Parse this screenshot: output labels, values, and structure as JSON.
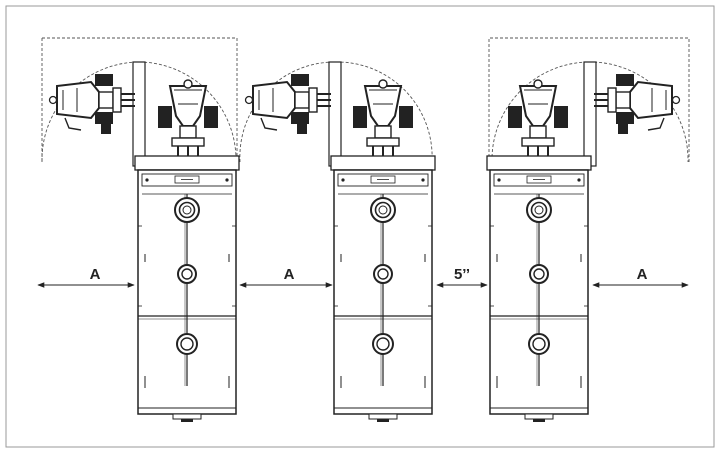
{
  "diagram": {
    "units": [
      {
        "id": "unit-1",
        "burner_swing": "left"
      },
      {
        "id": "unit-2",
        "burner_swing": "left"
      },
      {
        "id": "unit-3",
        "burner_swing": "right"
      }
    ],
    "clearances": [
      {
        "id": "left",
        "label": "A"
      },
      {
        "id": "between-1-2",
        "label": "A"
      },
      {
        "id": "between-2-3",
        "label": "5’’"
      },
      {
        "id": "right",
        "label": "A"
      }
    ]
  }
}
